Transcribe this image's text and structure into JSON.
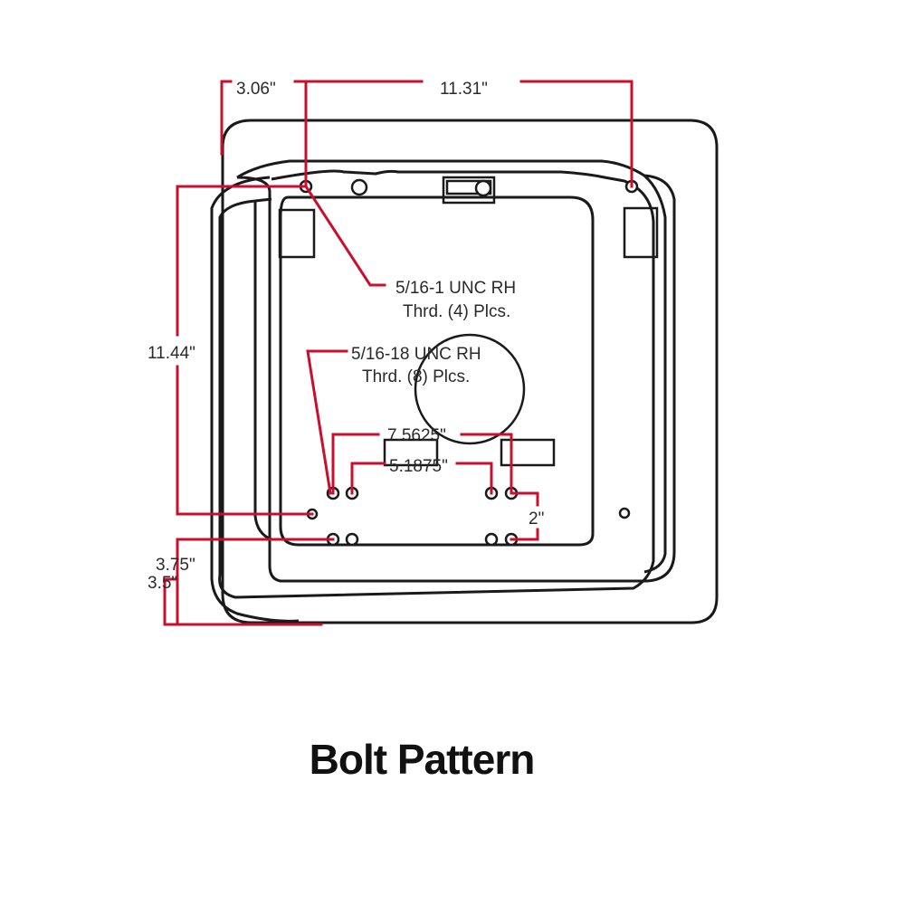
{
  "dimensions": {
    "offset_top": "3.06\"",
    "width_top": "11.31\"",
    "height_left": "11.44\"",
    "inner_spacing_a": "7.5625\"",
    "inner_spacing_b": "5.1875\"",
    "vertical_spacing": "2\"",
    "bottom_offset_a": "3.75\"",
    "bottom_offset_b": "3.5\""
  },
  "notes": {
    "upper_line1": "5/16-1 UNC RH",
    "upper_line2": "Thrd. (4) Plcs.",
    "lower_line1": "5/16-18 UNC RH",
    "lower_line2": "Thrd. (8) Plcs."
  },
  "caption": "Bolt Pattern",
  "colors": {
    "dimension_lines": "#c8102e",
    "outline": "#1a1a1a"
  }
}
